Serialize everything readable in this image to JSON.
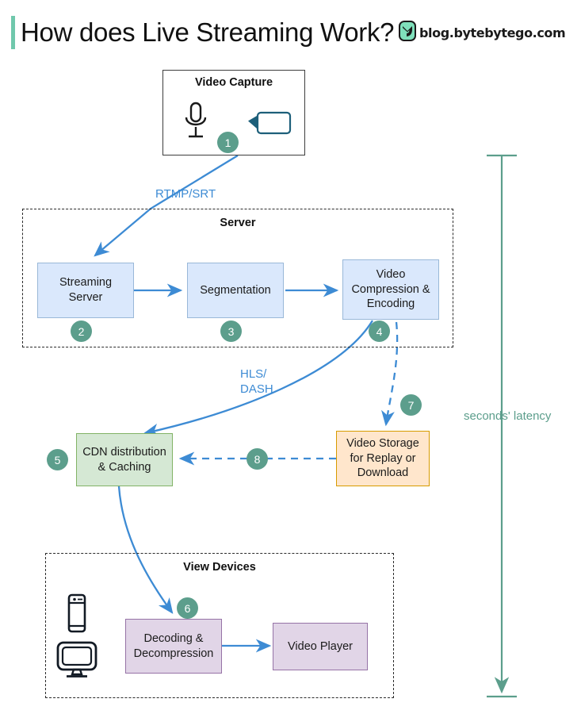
{
  "header": {
    "title": "How does Live Streaming Work?",
    "accent_bar_color": "#70c8ac",
    "brand_text": "blog.bytebytego.com",
    "brand_icon": "bytebytego-logo-icon"
  },
  "colors": {
    "blue_fill": "#dae8fc",
    "blue_stroke": "#99b8d8",
    "green_fill": "#d5e8d4",
    "green_stroke": "#82b366",
    "orange_fill": "#ffe6cc",
    "orange_stroke": "#d79b00",
    "purple_fill": "#e1d5e7",
    "purple_stroke": "#9673a6",
    "arrow_blue": "#3d8bd4",
    "badge_teal": "#5c9e8c"
  },
  "capture_group": {
    "title": "Video Capture",
    "icons": [
      "microphone-icon",
      "video-camera-icon"
    ],
    "badge": "1"
  },
  "server_group": {
    "title": "Server",
    "nodes": [
      {
        "label": "Streaming Server",
        "badge": "2",
        "color": "blue"
      },
      {
        "label": "Segmentation",
        "badge": "3",
        "color": "blue"
      },
      {
        "label": "Video Compression & Encoding",
        "badge": "4",
        "color": "blue"
      }
    ]
  },
  "distribution": {
    "cdn": {
      "label": "CDN distribution & Caching",
      "badge": "5",
      "color": "green"
    },
    "storage": {
      "label": "Video Storage for Replay or Download",
      "badge": "7",
      "color": "orange"
    },
    "storage_to_cdn_badge": "8"
  },
  "view_group": {
    "title": "View Devices",
    "icons": [
      "smartphone-icon",
      "desktop-monitor-icon"
    ],
    "nodes": [
      {
        "label": "Decoding & Decompression",
        "badge": "6",
        "color": "purple"
      },
      {
        "label": "Video Player",
        "badge": "",
        "color": "purple"
      }
    ]
  },
  "edges": [
    {
      "label": "RTMP/SRT",
      "from": "Video Capture",
      "to": "Streaming Server",
      "style": "solid"
    },
    {
      "label": "HLS/",
      "label2": "DASH",
      "from": "Video Compression & Encoding",
      "to": "CDN distribution & Caching",
      "style": "solid"
    }
  ],
  "latency_scale": {
    "label": "seconds' latency",
    "direction": "down"
  }
}
